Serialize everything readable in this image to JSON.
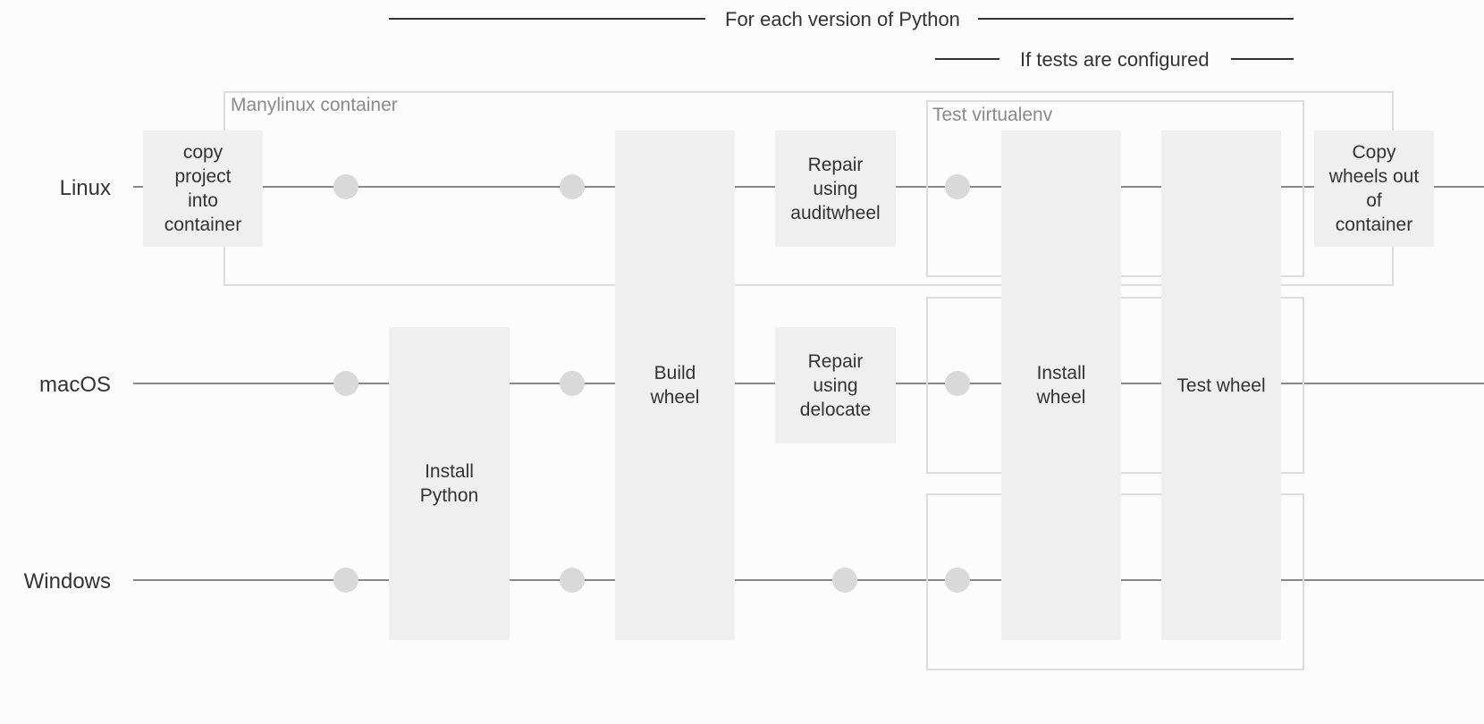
{
  "spans": {
    "python_versions": "For each version of Python",
    "tests_configured": "If tests are configured"
  },
  "rows": {
    "linux": "Linux",
    "macos": "macOS",
    "windows": "Windows"
  },
  "regions": {
    "manylinux": "Manylinux container",
    "test_venv": "Test virtualenv"
  },
  "steps": {
    "copy_in": "copy\nproject\ninto\ncontainer",
    "install_python": "Install\nPython",
    "build_wheel": "Build\nwheel",
    "repair_auditwheel": "Repair\nusing\nauditwheel",
    "repair_delocate": "Repair\nusing\ndelocate",
    "install_wheel": "Install\nwheel",
    "test_wheel": "Test wheel",
    "copy_out": "Copy\nwheels out\nof\ncontainer"
  },
  "colors": {
    "box_fill": "#efefef",
    "region_border": "#dcdcdc",
    "node_fill": "#d9d9d9",
    "track_line": "#888888"
  }
}
